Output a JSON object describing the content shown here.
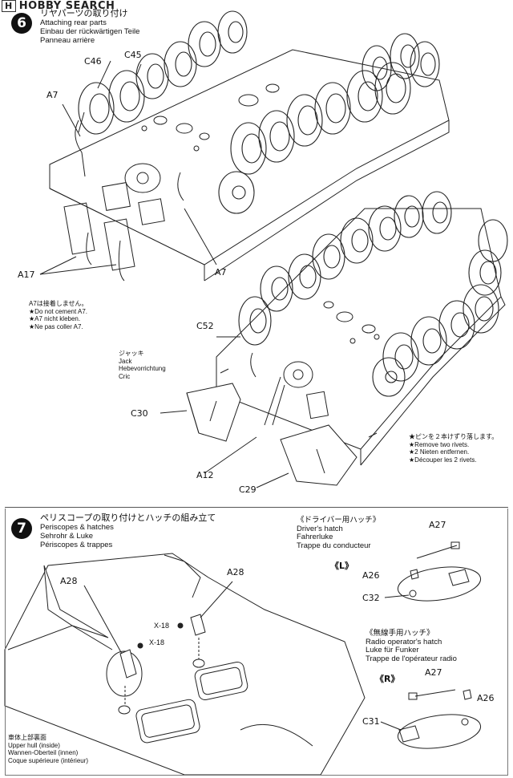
{
  "watermark": "HOBBY SEARCH",
  "step6": {
    "number": "6",
    "title_jp": "リヤパーツの取り付け",
    "title_en": "Attaching rear parts",
    "title_de": "Einbau der rückwärtigen Teile",
    "title_fr": "Panneau arrière",
    "labels": {
      "c46": "C46",
      "c45": "C45",
      "a7_top": "A7",
      "a17": "A17",
      "a7_bottom": "A7",
      "c52": "C52",
      "c30": "C30",
      "a12": "A12",
      "c29": "C29"
    },
    "note_a7": [
      "A7は接着しません。",
      "★Do not cement A7.",
      "★A7 nicht kleben.",
      "★Ne pas coller A7."
    ],
    "jack": [
      "ジャッキ",
      "Jack",
      "Hebevorrichtung",
      "Cric"
    ],
    "rivets": [
      "★ピンを２本けずり落します。",
      "★Remove two rivets.",
      "★2 Nieten entfernen.",
      "★Découper les 2 rivets."
    ]
  },
  "step7": {
    "number": "7",
    "title_jp": "ペリスコープの取り付けとハッチの組み立て",
    "title_en": "Periscopes & hatches",
    "title_de": "Sehrohr & Luke",
    "title_fr": "Périscopes & trappes",
    "labels": {
      "a28_left": "A28",
      "a28_right": "A28",
      "x18_a": "X-18",
      "x18_b": "X-18",
      "a27_top": "A27",
      "a26_top": "A26",
      "c32": "C32",
      "a27_bottom": "A27",
      "a26_bottom": "A26",
      "c31": "C31"
    },
    "driver_hatch": [
      "《ドライバー用ハッチ》",
      "Driver's hatch",
      "Fahrerluke",
      "Trappe du conducteur"
    ],
    "radio_hatch": [
      "《無線手用ハッチ》",
      "Radio operator's hatch",
      "Luke für Funker",
      "Trappe de l'opérateur radio"
    ],
    "upper_hull": [
      "車体上部裏面",
      "Upper hull (inside)",
      "Wannen-Oberteil (innen)",
      "Coque supérieure (intérieur)"
    ],
    "left_mark": "《L》",
    "right_mark": "《R》"
  }
}
